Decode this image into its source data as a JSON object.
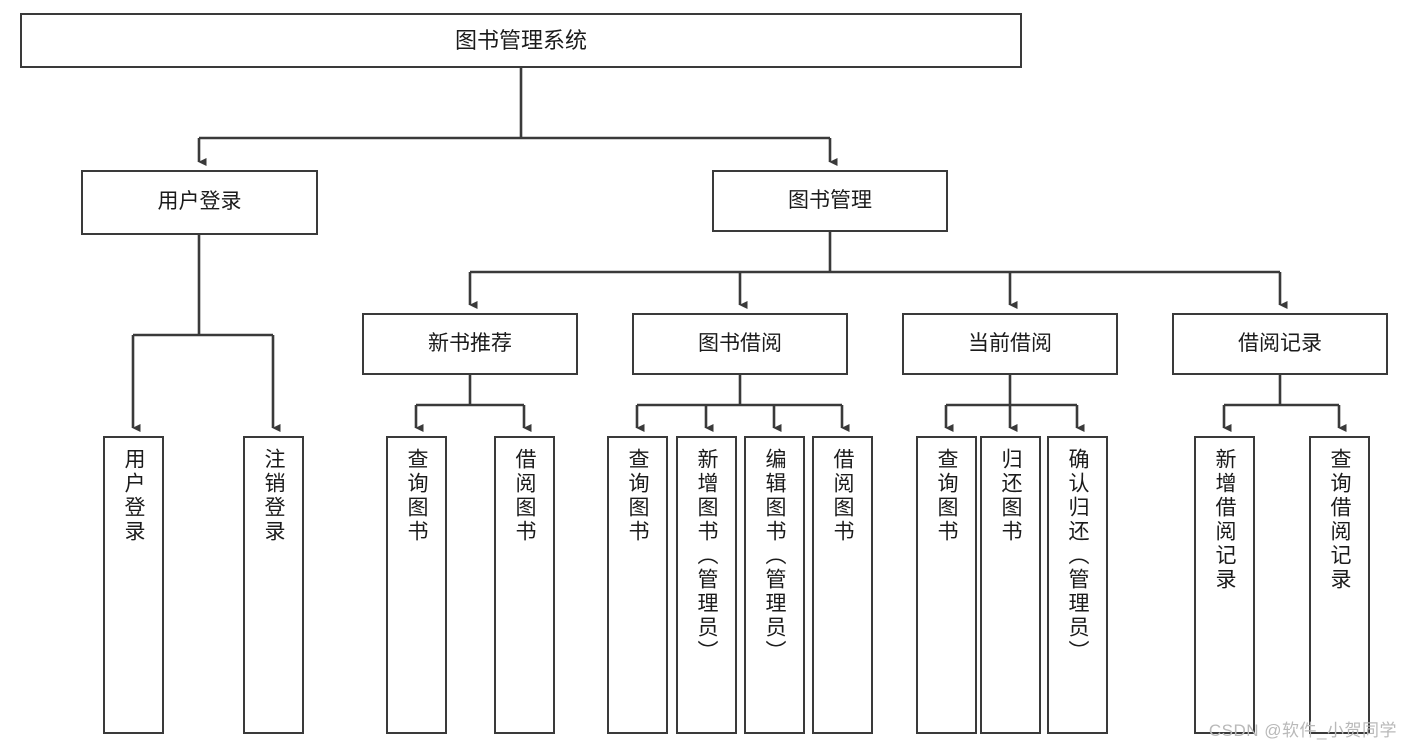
{
  "diagram": {
    "type": "tree",
    "title": "图书管理系统",
    "watermark": "CSDN @软件_小贺同学",
    "colors": {
      "box_border": "#3a3a3a",
      "box_fill": "#ffffff",
      "connector": "#3a3a3a",
      "text": "#1b1b1b",
      "watermark": "#b9b9b9"
    },
    "nodes": {
      "root": {
        "label": "图书管理系统"
      },
      "level2": [
        {
          "label": "用户登录"
        },
        {
          "label": "图书管理"
        }
      ],
      "level3": [
        {
          "label": "新书推荐"
        },
        {
          "label": "图书借阅"
        },
        {
          "label": "当前借阅"
        },
        {
          "label": "借阅记录"
        }
      ],
      "leaves": {
        "user_login": [
          {
            "label": "用户登录"
          },
          {
            "label": "注销登录"
          }
        ],
        "new_book_recommend": [
          {
            "label": "查询图书"
          },
          {
            "label": "借阅图书"
          }
        ],
        "book_borrow": [
          {
            "label": "查询图书"
          },
          {
            "label": "新增图书（管理员）"
          },
          {
            "label": "编辑图书（管理员）"
          },
          {
            "label": "借阅图书"
          }
        ],
        "current_borrow": [
          {
            "label": "查询图书"
          },
          {
            "label": "归还图书"
          },
          {
            "label": "确认归还（管理员）"
          }
        ],
        "borrow_record": [
          {
            "label": "新增借阅记录"
          },
          {
            "label": "查询借阅记录"
          }
        ]
      }
    }
  }
}
